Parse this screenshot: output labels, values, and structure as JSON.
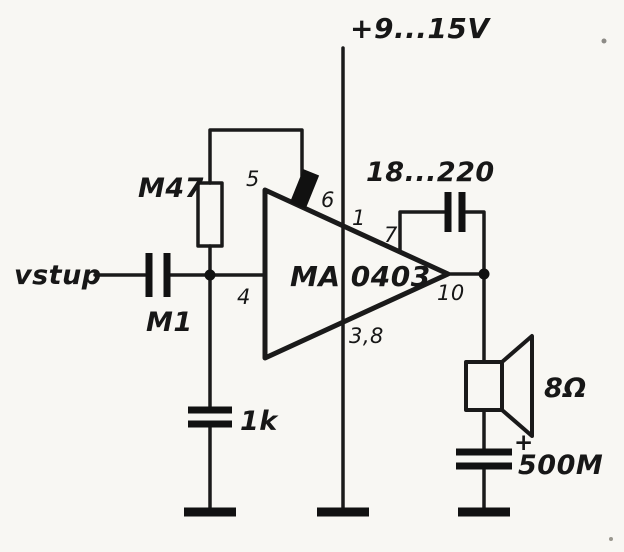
{
  "diagram": {
    "title": "MA 0403 audio amplifier schematic (scanned, hand-drawn)",
    "supply": "+9...15V",
    "input": "vstup",
    "ic": "MA 0403",
    "labels": {
      "m47": "M47",
      "m1": "M1",
      "r1k": "1k",
      "cfb": "18...220",
      "speaker": "8Ω",
      "cout": "500M",
      "plus": "+"
    },
    "pins": {
      "p5": "5",
      "p6": "6",
      "p1": "1",
      "p7": "7",
      "p4": "4",
      "p10": "10",
      "p38": "3,8"
    },
    "colors": {
      "ink": "#1a1a1a",
      "paper": "#f8f7f3"
    }
  }
}
